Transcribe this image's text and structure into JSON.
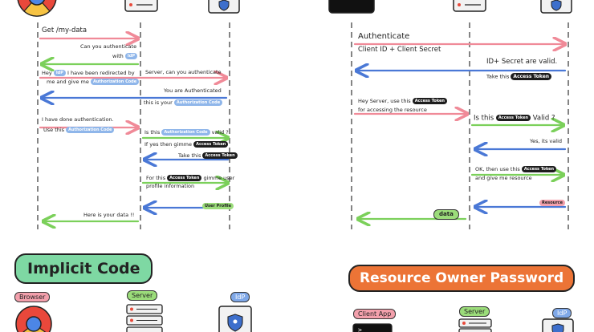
{
  "left_flow": {
    "m1": "Get /my-data",
    "m2a": "Can you authenticate",
    "m2b": "with",
    "m2_pill": "IdP",
    "m3a": "Hey",
    "m3_pill1": "IdP",
    "m3b": "I have been redirected by",
    "m3c": "me and give me",
    "m3_pill2": "Authorization Code",
    "m4": "Server, can you authenticate",
    "m5a": "You are Authenticated",
    "m5b": "this is your",
    "m5_pill": "Authorization Code",
    "m6": "I have done authentication.",
    "m6b": "Use this",
    "m6_pill": "Authorization Code",
    "m7a": "Is this",
    "m7_pill": "Authorization Code",
    "m7b": "valid ?",
    "m7c": "If yes then gimme",
    "m7_pill2": "Access Token",
    "m8": "Take this",
    "m8_pill": "Access Token",
    "m9a": "For this",
    "m9_pill": "Access Token",
    "m9b": "gimme user",
    "m9c": "profile information",
    "m10_pill": "User Profile",
    "m11": "Here is your data !!"
  },
  "right_flow": {
    "r1": "Authenticate",
    "r1b": "Client ID + Client Secret",
    "r2": "ID+ Secret are valid.",
    "r2b": "Take this",
    "r2_pill": "Access Token",
    "r3a": "Hey Server, use this",
    "r3_pill": "Access Token",
    "r3b": "for accessing the resource",
    "r4a": "Is this",
    "r4_pill": "Access Token",
    "r4b": "Valid ?",
    "r5": "Yes, its valid",
    "r6a": "OK, then use this",
    "r6_pill": "Access Token",
    "r6b": "and give me resource",
    "r7_pill": "Resource",
    "r8_pill": "data"
  },
  "sections": {
    "implicit_title": "Implicit Code",
    "resource_owner_title": "Resource Owner Password"
  },
  "actors": {
    "browser": "Browser",
    "server": "Server",
    "idp": "IdP",
    "client_app": "Client App",
    "server2": "Server",
    "idp2": "IdP"
  },
  "colors": {
    "pink_arrow": "#f08a98",
    "green_arrow": "#7bd05a",
    "blue_arrow": "#4a78d6",
    "implicit_bg": "#7ed8a3",
    "resource_bg": "#ec7436",
    "lifeline": "#333333"
  }
}
